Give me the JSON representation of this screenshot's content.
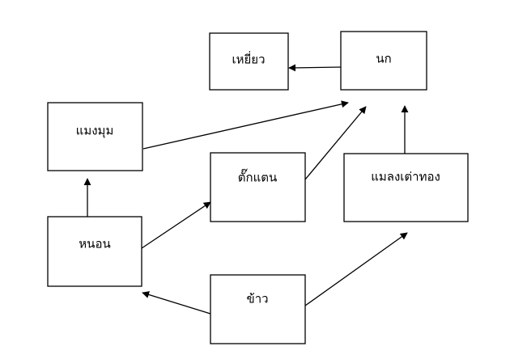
{
  "diagram": {
    "nodes": [
      {
        "id": "hawk",
        "label": "เหยี่ยว"
      },
      {
        "id": "bird",
        "label": "นก"
      },
      {
        "id": "spider",
        "label": "แมงมุม"
      },
      {
        "id": "grasshopper",
        "label": "ตั๊กแตน"
      },
      {
        "id": "beetle",
        "label": "แมลงเต่าทอง"
      },
      {
        "id": "worm",
        "label": "หนอน"
      },
      {
        "id": "rice",
        "label": "ข้าว"
      }
    ],
    "edges": [
      {
        "from": "bird",
        "to": "hawk"
      },
      {
        "from": "spider",
        "to": "bird"
      },
      {
        "from": "grasshopper",
        "to": "bird"
      },
      {
        "from": "beetle",
        "to": "bird"
      },
      {
        "from": "worm",
        "to": "spider"
      },
      {
        "from": "worm",
        "to": "grasshopper"
      },
      {
        "from": "rice",
        "to": "worm"
      },
      {
        "from": "rice",
        "to": "beetle"
      }
    ]
  }
}
